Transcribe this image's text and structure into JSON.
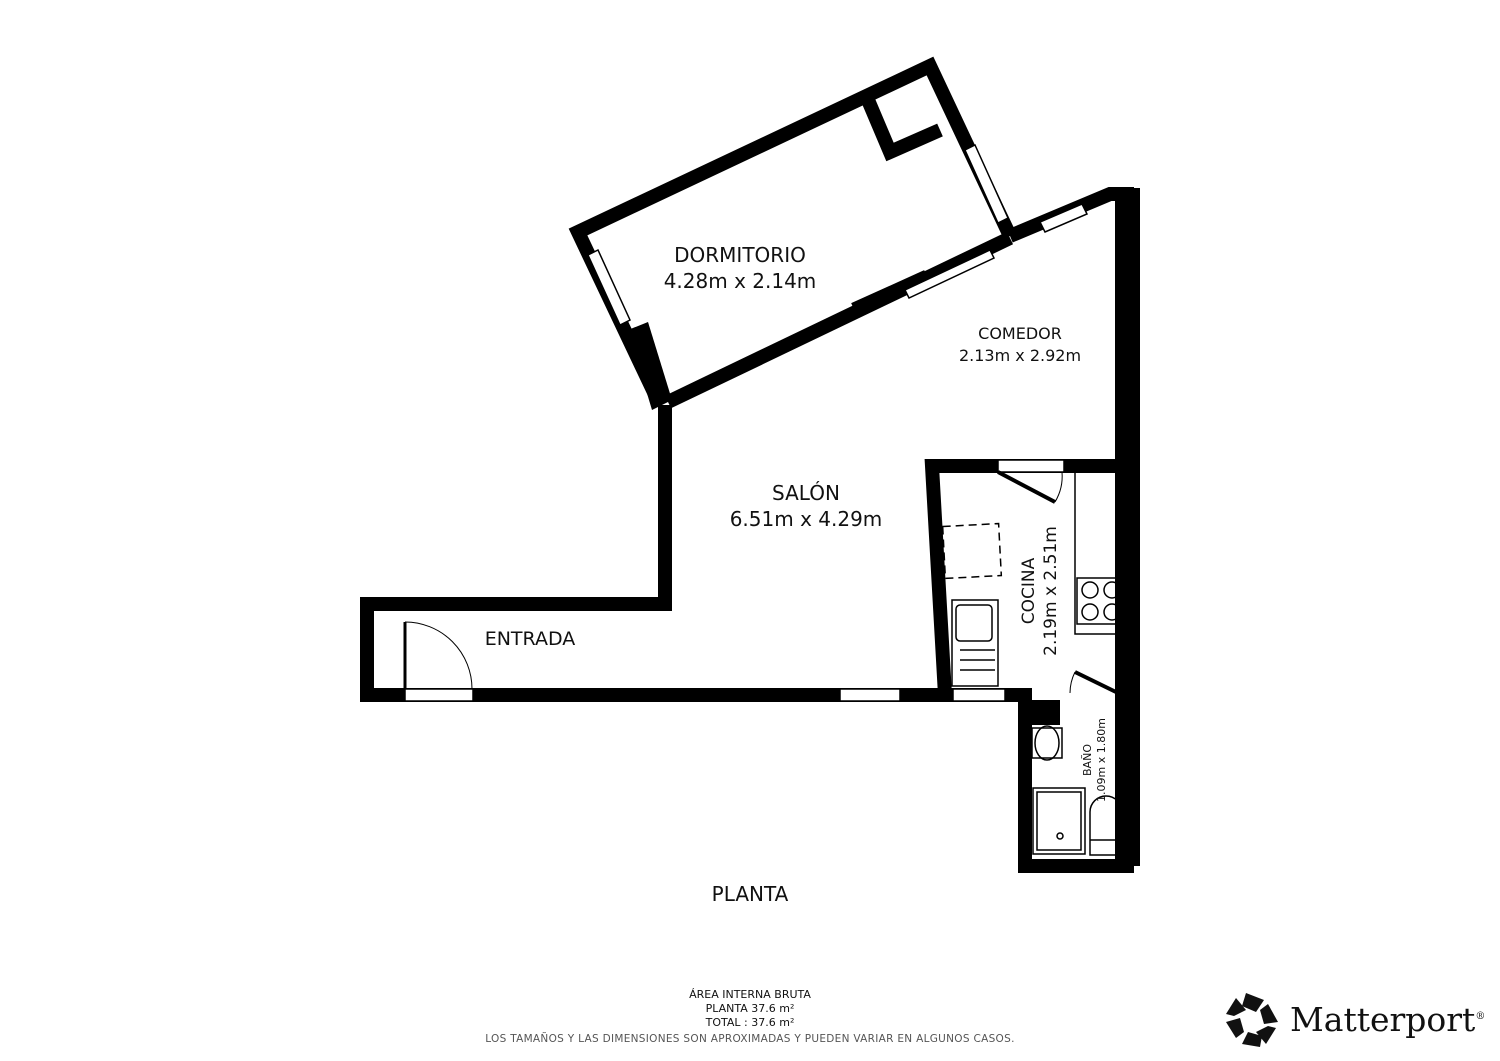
{
  "floor_title": "PLANTA",
  "rooms": [
    {
      "name": "DORMITORIO",
      "dims": "4.28m x 2.14m"
    },
    {
      "name": "COMEDOR",
      "dims": "2.13m x 2.92m"
    },
    {
      "name": "SALÓN",
      "dims": "6.51m x 4.29m"
    },
    {
      "name": "ENTRADA",
      "dims": ""
    },
    {
      "name": "COCINA",
      "dims": "2.19m x 2.51m"
    },
    {
      "name": "BAÑO",
      "dims": "1.09m x 1.80m"
    }
  ],
  "footer": {
    "heading": "ÁREA INTERNA BRUTA",
    "floor_area": "PLANTA 37.6 m²",
    "total_area": "TOTAL :  37.6 m²",
    "disclaimer": "LOS TAMAÑOS Y LAS DIMENSIONES SON APROXIMADAS Y PUEDEN VARIAR EN ALGUNOS CASOS."
  },
  "brand": {
    "name": "Matterport",
    "mark": "®"
  },
  "colors": {
    "wall": "#000000",
    "background": "#ffffff",
    "disclaimer": "#555555"
  }
}
